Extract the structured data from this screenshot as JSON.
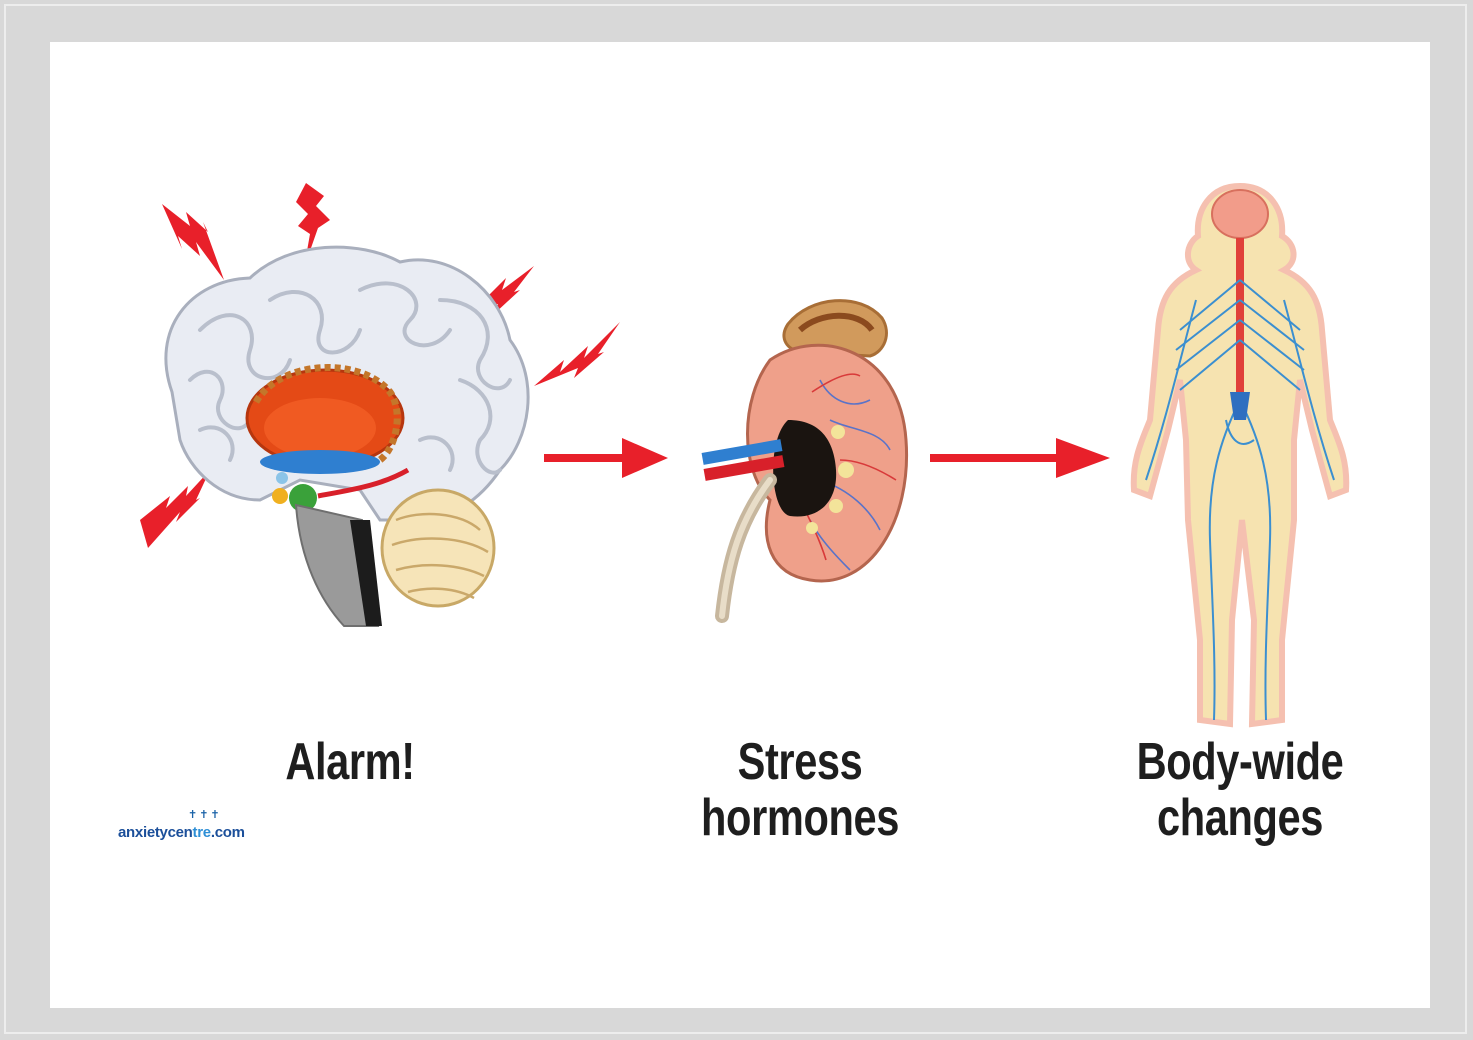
{
  "steps": [
    {
      "caption_line1": "Alarm!",
      "caption_line2": ""
    },
    {
      "caption_line1": "Stress",
      "caption_line2": "hormones"
    },
    {
      "caption_line1": "Body-wide",
      "caption_line2": "changes"
    }
  ],
  "logo": {
    "part_a": "anxietycen",
    "part_b": "tre",
    "part_c": ".com"
  },
  "icons": [
    "lightning-bolt-icon",
    "brain-illustration",
    "arrow-right-icon",
    "kidney-adrenal-illustration",
    "human-nervous-system-illustration"
  ],
  "colors": {
    "background": "#d8d8d8",
    "panel": "#ffffff",
    "arrow": "#e8202a",
    "bolt": "#e8202a",
    "caption": "#1e1e1e"
  }
}
